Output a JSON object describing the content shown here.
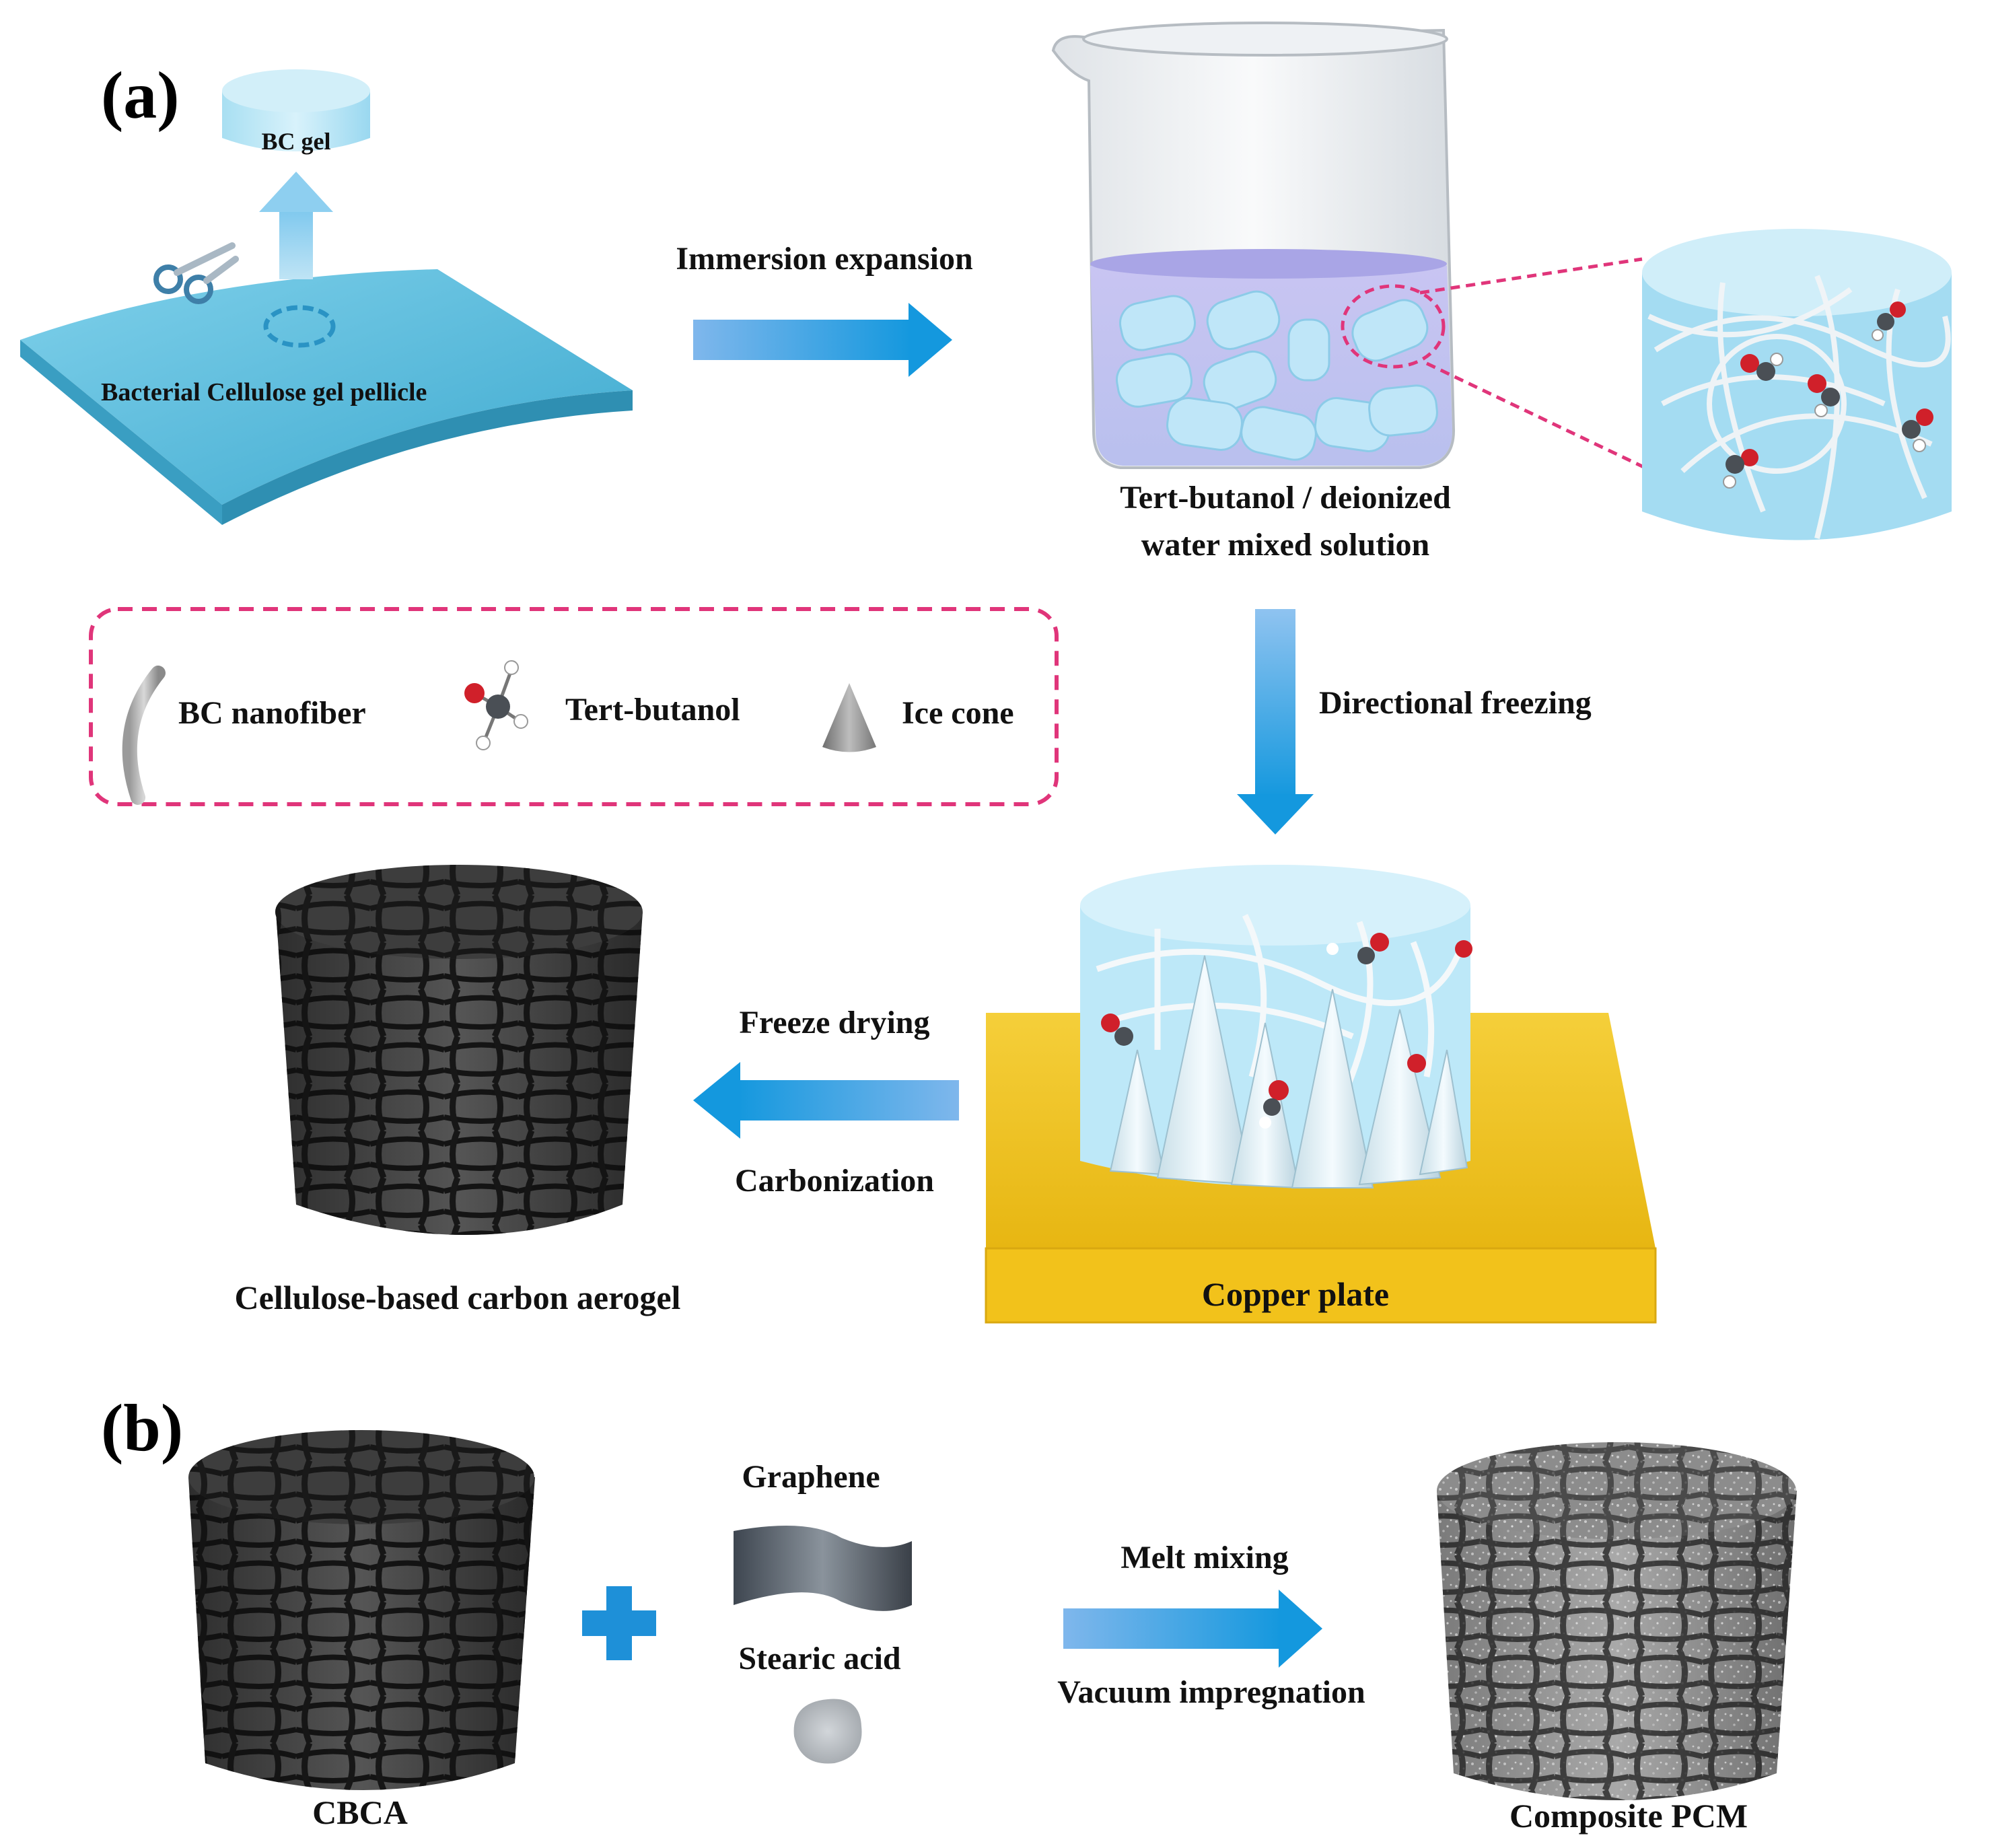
{
  "panel_a": {
    "letter": "(a)",
    "bc_gel": "BC gel",
    "pellicle": "Bacterial Cellulose  gel pellicle",
    "immersion": "Immersion  expansion",
    "solution_line1": "Tert-butanol / deionized",
    "solution_line2": "water mixed solution",
    "directional": "Directional freezing",
    "copper": "Copper plate",
    "freeze_drying": "Freeze drying",
    "carbonization": "Carbonization",
    "aerogel": "Cellulose-based carbon aerogel"
  },
  "legend": {
    "fiber": "BC nanofiber",
    "butanol": "Tert-butanol",
    "cone": "Ice cone"
  },
  "panel_b": {
    "letter": "(b)",
    "cbca": "CBCA",
    "graphene": "Graphene",
    "stearic": "Stearic acid",
    "melt": "Melt mixing",
    "vacuum": "Vacuum impregnation",
    "composite": "Composite PCM"
  },
  "colors": {
    "arrow_start": "#6aaee8",
    "arrow_end": "#1a9ae0",
    "dash_border": "#e0357a",
    "copper": "#f2c21b",
    "gel_blue": "#7ecde6",
    "carbon": "#3a3a3a",
    "plus": "#1e90d8",
    "molecule_red": "#d0202a"
  }
}
